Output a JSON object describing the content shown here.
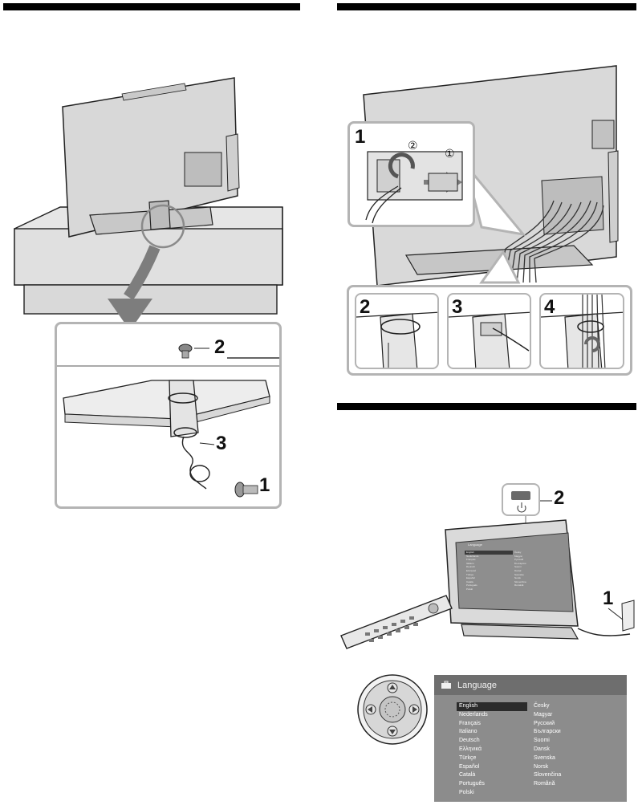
{
  "callouts": {
    "stand": {
      "n1": "1",
      "n2": "2",
      "n3": "3"
    },
    "cable_step1": "1",
    "cable_sub1": "①",
    "cable_sub2": "②",
    "cable_steps": [
      "2",
      "3",
      "4"
    ],
    "power": {
      "n1": "1",
      "n2": "2"
    }
  },
  "language_menu": {
    "title": "Language",
    "selected": "English",
    "column1": [
      "English",
      "Nederlands",
      "Français",
      "Italiano",
      "Deutsch",
      "Ελληνικά",
      "Türkçe",
      "Español",
      "Català",
      "Português",
      "Polski"
    ],
    "column2": [
      "Česky",
      "Magyar",
      "Русский",
      "Български",
      "Suomi",
      "Dansk",
      "Svenska",
      "Norsk",
      "Slovenčina",
      "Română"
    ]
  },
  "colors": {
    "rule": "#000000",
    "panel_border": "#b4b4b4",
    "menu_bg": "#8c8c8c",
    "menu_header": "#6e6e6e"
  },
  "icons": [
    "briefcase-icon",
    "power-icon",
    "arrow-up-icon",
    "arrow-down-icon",
    "arrow-left-icon",
    "arrow-right-icon"
  ]
}
